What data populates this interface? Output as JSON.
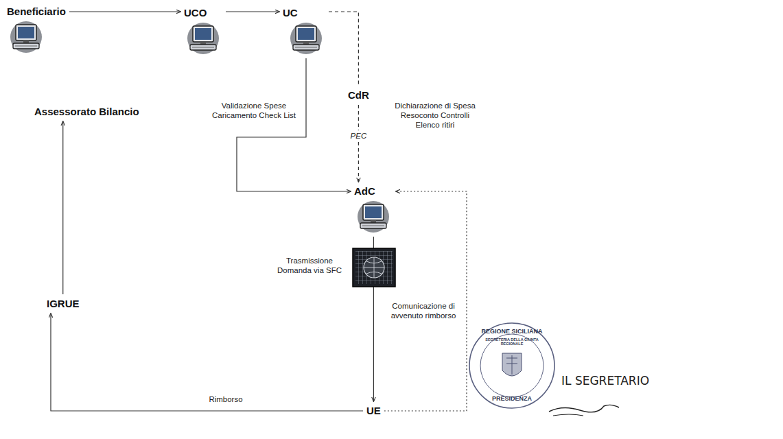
{
  "diagram": {
    "nodes": [
      {
        "text": [
          "Beneficiario"
        ]
      },
      {
        "text": [
          "UCO"
        ]
      },
      {
        "text": [
          "UC"
        ]
      },
      {
        "text": [
          "CdR"
        ]
      },
      {
        "text": [
          "Assessorato Bilancio"
        ]
      },
      {
        "text": [
          "AdC"
        ]
      },
      {
        "text": [
          "IGRUE"
        ]
      },
      {
        "text": [
          "UE"
        ]
      }
    ],
    "edges": [
      {
        "from": 0,
        "to": 1,
        "arrow": "to"
      },
      {
        "from": 1,
        "to": 2,
        "arrow": "to"
      },
      {
        "from": 2,
        "to": 3,
        "arrow": "none"
      },
      {
        "from": 2,
        "to": 5,
        "label": "Validazione Spese Caricamento Check List",
        "arrow": "to"
      },
      {
        "from": 3,
        "to": 5,
        "label": "PEC",
        "arrow": "to"
      },
      {
        "from": 5,
        "to": 7,
        "label": "Trasmissione Domanda via SFC",
        "arrow": "to"
      },
      {
        "from": 7,
        "to": 6,
        "label": "Rimborso",
        "arrow": "to"
      },
      {
        "from": 6,
        "to": 4,
        "arrow": "to"
      },
      {
        "from": 7,
        "to": 5,
        "label": "Comunicazione di avvenuto rimborso",
        "arrow": "to"
      }
    ],
    "labels": [
      "Dichiarazione di Spesa Resoconto Controlli Elenco ritiri",
      "REGIONE SICILIANA",
      "SEGRETERIA DELLA GIUNTA REGIONALE",
      "PRESIDENZA",
      "IL SEGRETARIO"
    ]
  }
}
